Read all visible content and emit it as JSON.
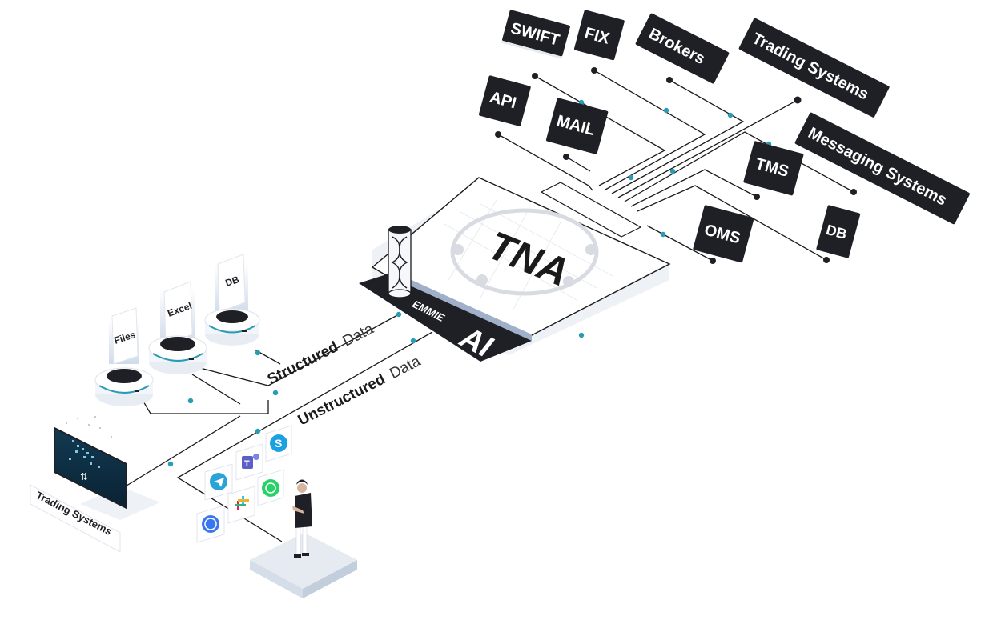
{
  "hub": {
    "title": "TNA",
    "engine_name": "EMMIE",
    "engine_suffix": "AI"
  },
  "connectors": {
    "top_group": [
      {
        "label": "SWIFT"
      },
      {
        "label": "FIX"
      },
      {
        "label": "Brokers"
      },
      {
        "label": "Trading Systems"
      },
      {
        "label": "API"
      },
      {
        "label": "MAIL"
      },
      {
        "label": "Messaging Systems"
      },
      {
        "label": "TMS"
      },
      {
        "label": "DB"
      },
      {
        "label": "OMS"
      }
    ]
  },
  "inputs": {
    "structured": {
      "bold": "Structured",
      "light": "Data"
    },
    "unstructured": {
      "bold": "Unstructured",
      "light": "Data"
    },
    "data_stores": [
      {
        "label": "Files"
      },
      {
        "label": "Excel"
      },
      {
        "label": "DB"
      }
    ],
    "monitor_label": "Trading Systems",
    "messaging_apps": [
      {
        "icon": "telegram-icon"
      },
      {
        "icon": "teams-icon"
      },
      {
        "icon": "skype-icon"
      },
      {
        "icon": "signal-icon"
      },
      {
        "icon": "slack-icon"
      },
      {
        "icon": "whatsapp-icon"
      }
    ]
  },
  "colors": {
    "label_bg": "#1f1f26",
    "accent": "#2a9bb4",
    "line": "#1a1a1a",
    "platform": "#ffffff",
    "shadow": "#d7dde6"
  }
}
